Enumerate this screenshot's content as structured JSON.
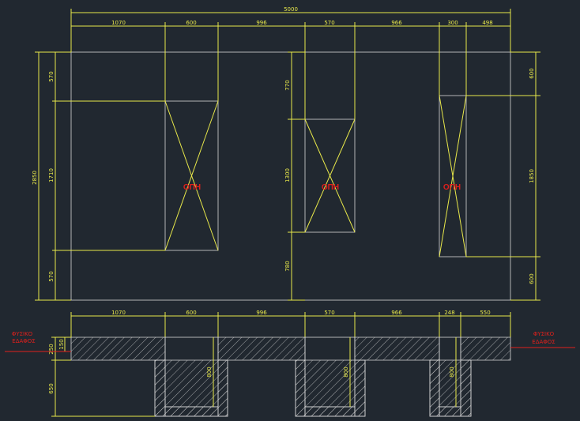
{
  "elevation": {
    "total_width": "5000",
    "top_dims": [
      "1070",
      "600",
      "996",
      "570",
      "966",
      "300",
      "498"
    ],
    "left_total": "2850",
    "left_dims": [
      "570",
      "1710",
      "570"
    ],
    "mid_dims": [
      "770",
      "1300",
      "780"
    ],
    "right_dims": [
      "600",
      "1850",
      "600"
    ],
    "opening_labels": [
      "ΟΠΗ",
      "ΟΠΗ",
      "ΟΠΗ"
    ]
  },
  "section": {
    "top_dims": [
      "1070",
      "600",
      "996",
      "570",
      "966",
      "248",
      "550"
    ],
    "left_dims": [
      "250",
      "150",
      "650"
    ],
    "pit_depths": [
      "800",
      "800",
      "800"
    ],
    "ground_label_left": [
      "ΦΥΣΙΚΟ",
      "ΕΔΑΦΟΣ"
    ],
    "ground_label_right": [
      "ΦΥΣΙΚΟ",
      "ΕΔΑΦΟΣ"
    ]
  },
  "colors": {
    "background": "#212830",
    "dimension": "#e8e84a",
    "outline": "#d8d8d8",
    "annotation": "#e0201c"
  }
}
